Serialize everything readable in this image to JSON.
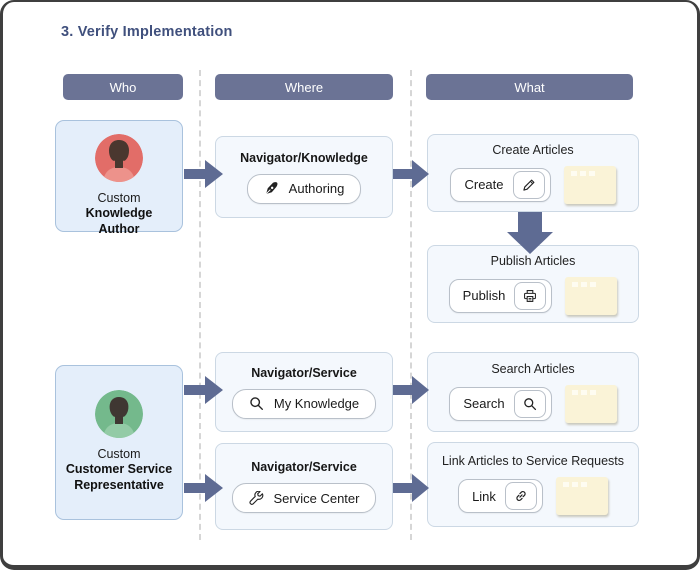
{
  "title": "3. Verify Implementation",
  "headers": {
    "who": "Who",
    "where": "Where",
    "what": "What"
  },
  "who": {
    "personas": [
      {
        "line1": "Custom",
        "line2": "Knowledge Author",
        "avatar": "female-avatar",
        "avatar_color": "#e26d68"
      },
      {
        "line1": "Custom",
        "line2": "Customer Service Representative",
        "avatar": "male-avatar",
        "avatar_color": "#74b98c"
      }
    ]
  },
  "where": {
    "boxes": [
      {
        "title": "Navigator/Knowledge",
        "button": "Authoring",
        "icon": "pen-nib-icon"
      },
      {
        "title": "Navigator/Service",
        "button": "My Knowledge",
        "icon": "search-icon"
      },
      {
        "title": "Navigator/Service",
        "button": "Service Center",
        "icon": "wrench-icon"
      }
    ]
  },
  "what": {
    "boxes": [
      {
        "title": "Create Articles",
        "button": "Create",
        "icon": "pencil-icon"
      },
      {
        "title": "Publish Articles",
        "button": "Publish",
        "icon": "printer-icon"
      },
      {
        "title": "Search Articles",
        "button": "Search",
        "icon": "search-icon"
      },
      {
        "title": "Link Articles to Service Requests",
        "button": "Link",
        "icon": "link-icon"
      }
    ]
  },
  "colors": {
    "header_bg": "#6b7395",
    "arrow": "#5e6b93",
    "title_text": "#40507d",
    "persona_bg": "#e4eefa",
    "persona_border": "#a9c2dd",
    "panel_bg": "#f4f8fd",
    "panel_border": "#ccd8e4",
    "note_bg": "#faf3d7",
    "avatar_red": "#e26d68",
    "avatar_green": "#74b98c"
  }
}
